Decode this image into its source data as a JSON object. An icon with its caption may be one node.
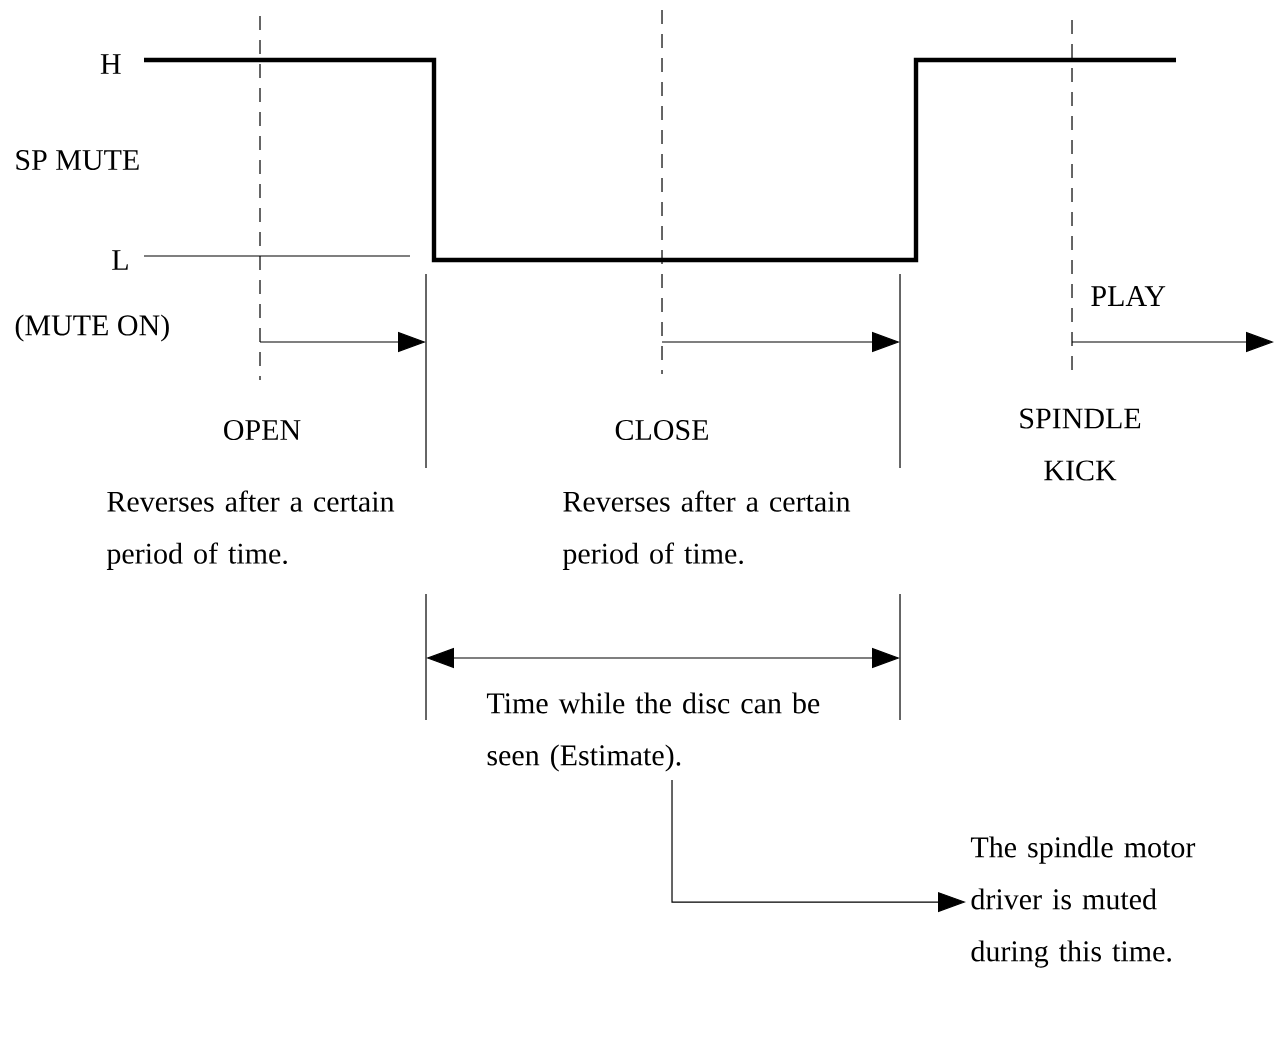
{
  "diagram": {
    "nodes": [
      {
        "text": [
          "Time while the disc can be seen (Estimate)."
        ]
      },
      {
        "text": [
          "The spindle motor driver is muted during this time."
        ]
      }
    ],
    "edges": [
      {
        "from": 0,
        "to": 1,
        "arrow": "to"
      }
    ],
    "labels": [
      "H",
      "SP MUTE",
      "L",
      "(MUTE ON)",
      "PLAY",
      "OPEN",
      "CLOSE",
      "SPINDLE KICK",
      "Reverses after a certain period of time.",
      "Reverses after a certain period of time."
    ]
  }
}
